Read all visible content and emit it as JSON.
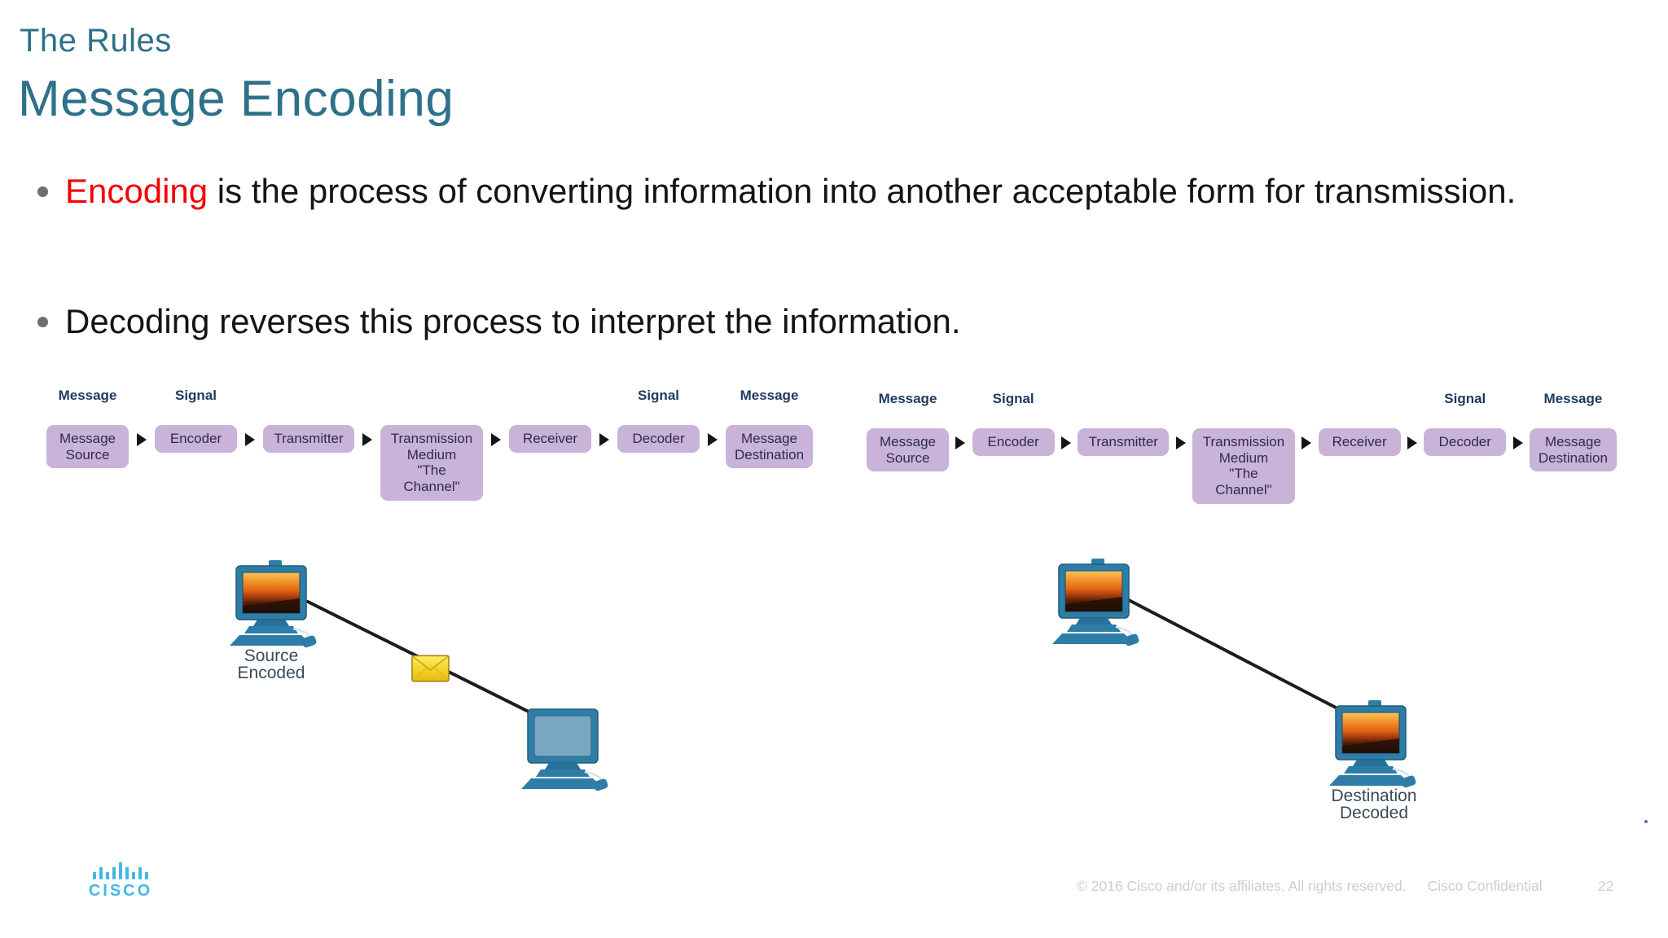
{
  "slide": {
    "pretitle": "The Rules",
    "title": "Message Encoding",
    "bullets": [
      {
        "lead": "Encoding",
        "rest": " is the process of converting information into another acceptable form for transmission."
      },
      {
        "lead": "",
        "rest": "Decoding reverses this process to interpret the information."
      }
    ]
  },
  "flow": {
    "label_message": "Message",
    "label_signal": "Signal",
    "boxes": [
      "Message\nSource",
      "Encoder",
      "Transmitter",
      "Transmission\nMedium\n\"The\nChannel\"",
      "Receiver",
      "Decoder",
      "Message\nDestination"
    ]
  },
  "illustrations": {
    "left": {
      "label": "Source\nEncoded"
    },
    "right": {
      "label": "Destination\nDecoded"
    }
  },
  "footer": {
    "logo_text": "CISCO",
    "copyright": "© 2016  Cisco and/or its affiliates. All rights reserved.",
    "confidential": "Cisco Confidential",
    "page": "22"
  },
  "colors": {
    "accent_teal": "#2e7189",
    "highlight_red": "#f40000",
    "flow_box_purple": "#c9b3d9",
    "flow_label_navy": "#1e3a5f",
    "envelope_gold": "#f0cc2a",
    "cisco_blue": "#44b7e6"
  }
}
